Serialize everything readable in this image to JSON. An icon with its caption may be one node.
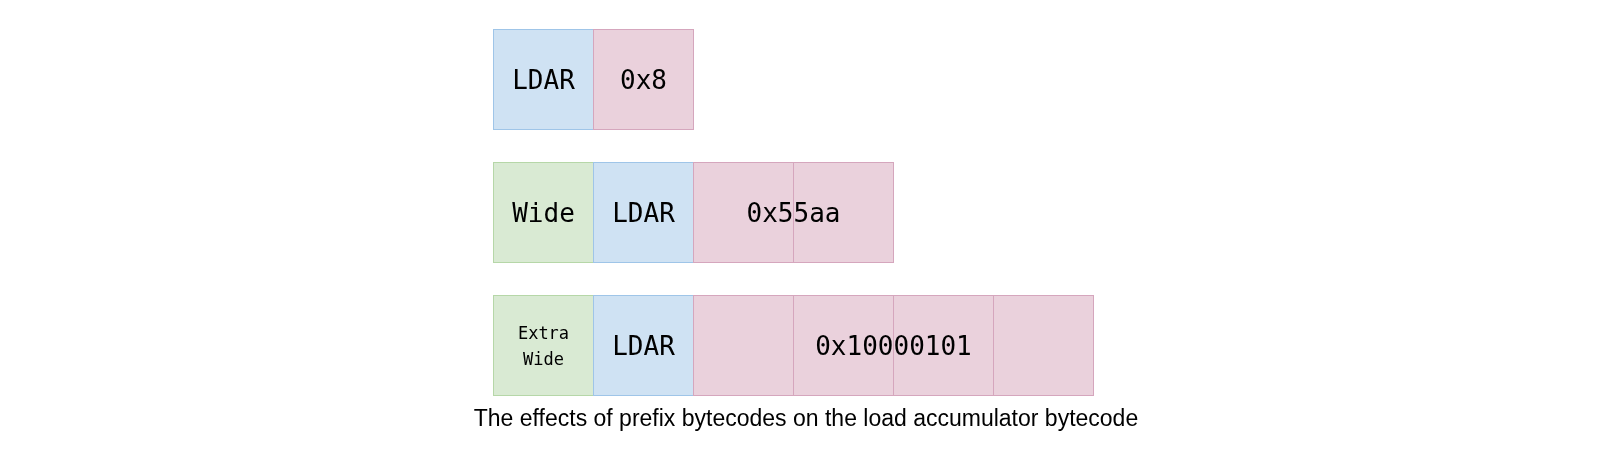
{
  "diagram": {
    "caption": "The effects of prefix bytecodes on the load accumulator bytecode",
    "nodes": [
      {
        "text": [
          "LDAR"
        ]
      },
      {
        "text": [
          "0x8"
        ]
      },
      {
        "text": [
          "Wide"
        ]
      },
      {
        "text": [
          "LDAR"
        ]
      },
      {
        "text": [
          "0x55aa"
        ]
      },
      {
        "text": [
          "Extra Wide"
        ]
      },
      {
        "text": [
          "LDAR"
        ]
      },
      {
        "text": [
          "0x10000101"
        ]
      }
    ]
  }
}
